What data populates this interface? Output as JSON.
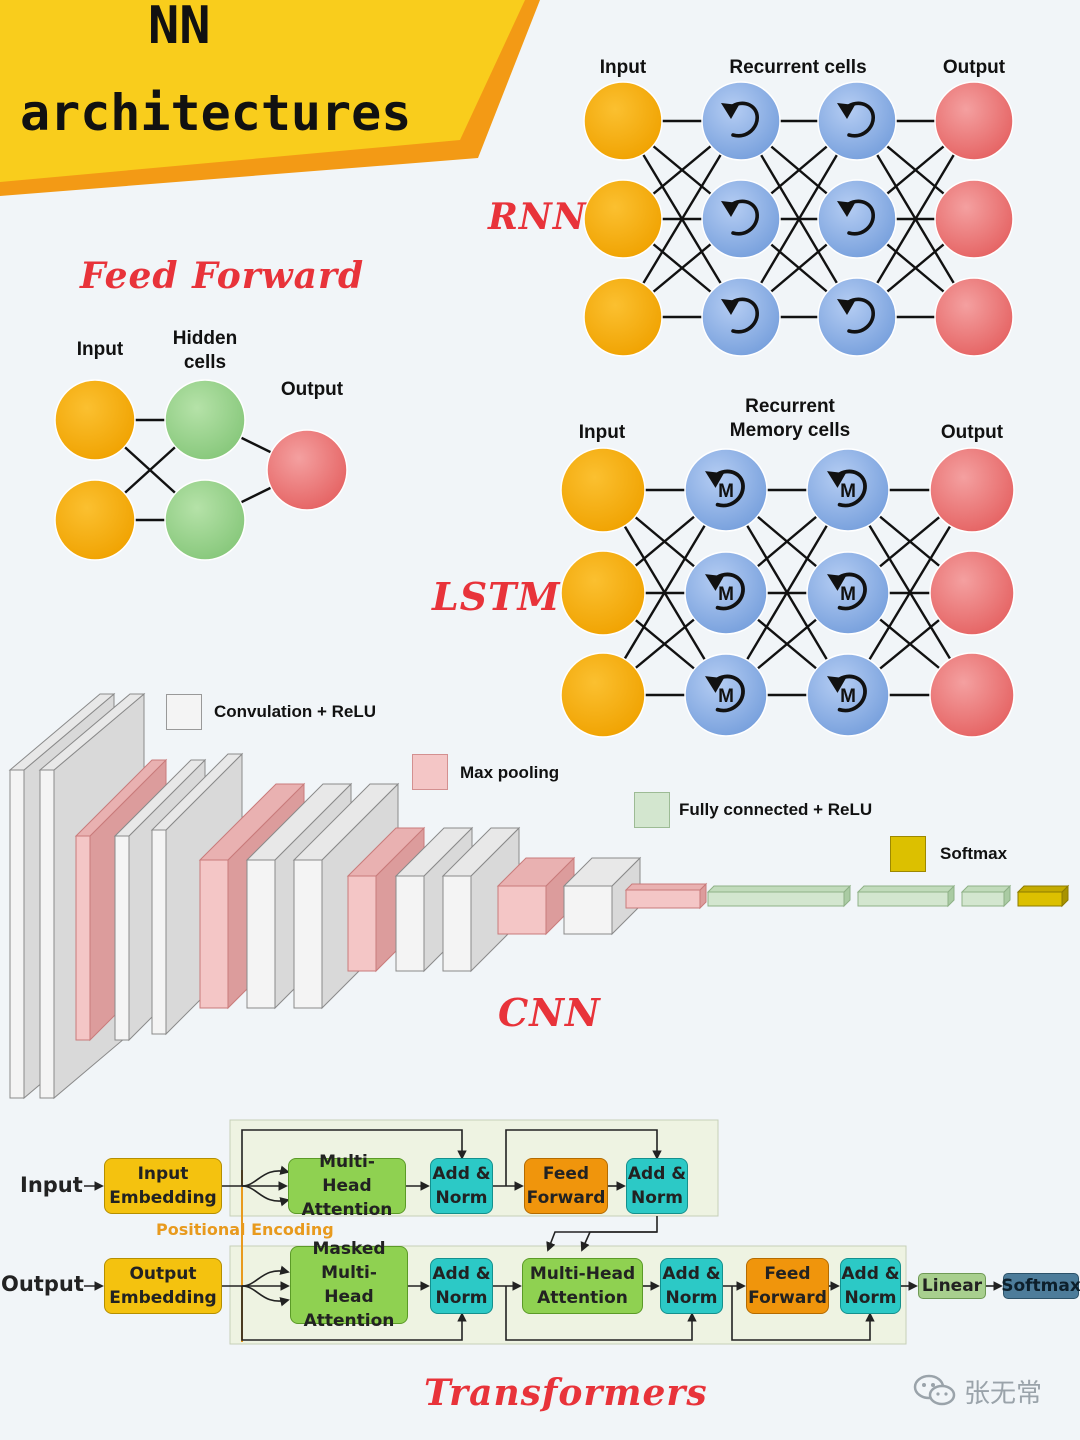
{
  "banner": {
    "title_line1": "NN",
    "title_line2": "architectures",
    "color": "#f9cd1c"
  },
  "feed_forward": {
    "title": "Feed Forward",
    "input_label": "Input",
    "hidden_label": "Hidden cells",
    "output_label": "Output"
  },
  "rnn": {
    "title": "RNN",
    "input_label": "Input",
    "recurrent_label": "Recurrent cells",
    "output_label": "Output"
  },
  "lstm": {
    "title": "LSTM",
    "input_label": "Input",
    "memory_label": "Recurrent Memory cells",
    "output_label": "Output",
    "cell_letter": "M"
  },
  "cnn": {
    "title": "CNN",
    "legend": [
      {
        "label": "Convulation + ReLU",
        "color": "#f4f4f4"
      },
      {
        "label": "Max pooling",
        "color": "#f4c6c6"
      },
      {
        "label": "Fully connected + ReLU",
        "color": "#d3e6cf"
      },
      {
        "label": "Softmax",
        "color": "#dcc000"
      }
    ]
  },
  "transformers": {
    "title": "Transformers",
    "input_label": "Input",
    "output_label": "Output",
    "positional_encoding": "Positional Encoding",
    "encoder": {
      "input_embedding": "Input Embedding",
      "mha": "Multi-Head Attention",
      "add_norm_1": "Add & Norm",
      "ff": "Feed Forward",
      "add_norm_2": "Add & Norm"
    },
    "decoder": {
      "output_embedding": "Output Embedding",
      "masked_mha": "Masked Multi-Head Attention",
      "add_norm_1": "Add & Norm",
      "mha": "Multi-Head Attention",
      "add_norm_2": "Add & Norm",
      "ff": "Feed Forward",
      "add_norm_3": "Add & Norm",
      "linear": "Linear",
      "softmax": "Softmax"
    }
  },
  "watermark": {
    "text": "张无常"
  },
  "colors": {
    "input_node": "#f8ae12",
    "hidden_node": "#96d38a",
    "output_node": "#ee7a7a",
    "recurrent_node": "#86aee6",
    "accent_red": "#e8333a"
  }
}
